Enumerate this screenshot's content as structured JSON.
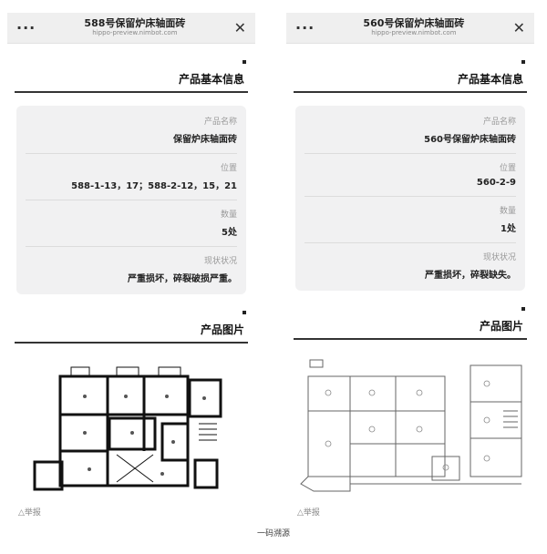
{
  "left": {
    "title": "588号保留炉床轴面砖",
    "url": "hippo-preview.nimbot.com",
    "section1": "产品基本信息",
    "name_label": "产品名称",
    "name_value": "保留炉床轴面砖",
    "pos_label": "位置",
    "pos_value": "588-1-13，17；588-2-12，15，21",
    "qty_label": "数量",
    "qty_value": "5处",
    "status_label": "现状状况",
    "status_value": "严重损坏，碎裂破损严重。",
    "section2": "产品图片",
    "note": "△举报"
  },
  "right": {
    "title": "560号保留炉床轴面砖",
    "url": "hippo-preview.nimbot.com",
    "section1": "产品基本信息",
    "name_label": "产品名称",
    "name_value": "560号保留炉床轴面砖",
    "pos_label": "位置",
    "pos_value": "560-2-9",
    "qty_label": "数量",
    "qty_value": "1处",
    "status_label": "现状状况",
    "status_value": "严重损坏，碎裂缺失。",
    "section2": "产品图片",
    "note": "△举报"
  },
  "caption": "一码溯源",
  "icons": {
    "more": "more-icon",
    "close": "close-icon"
  }
}
